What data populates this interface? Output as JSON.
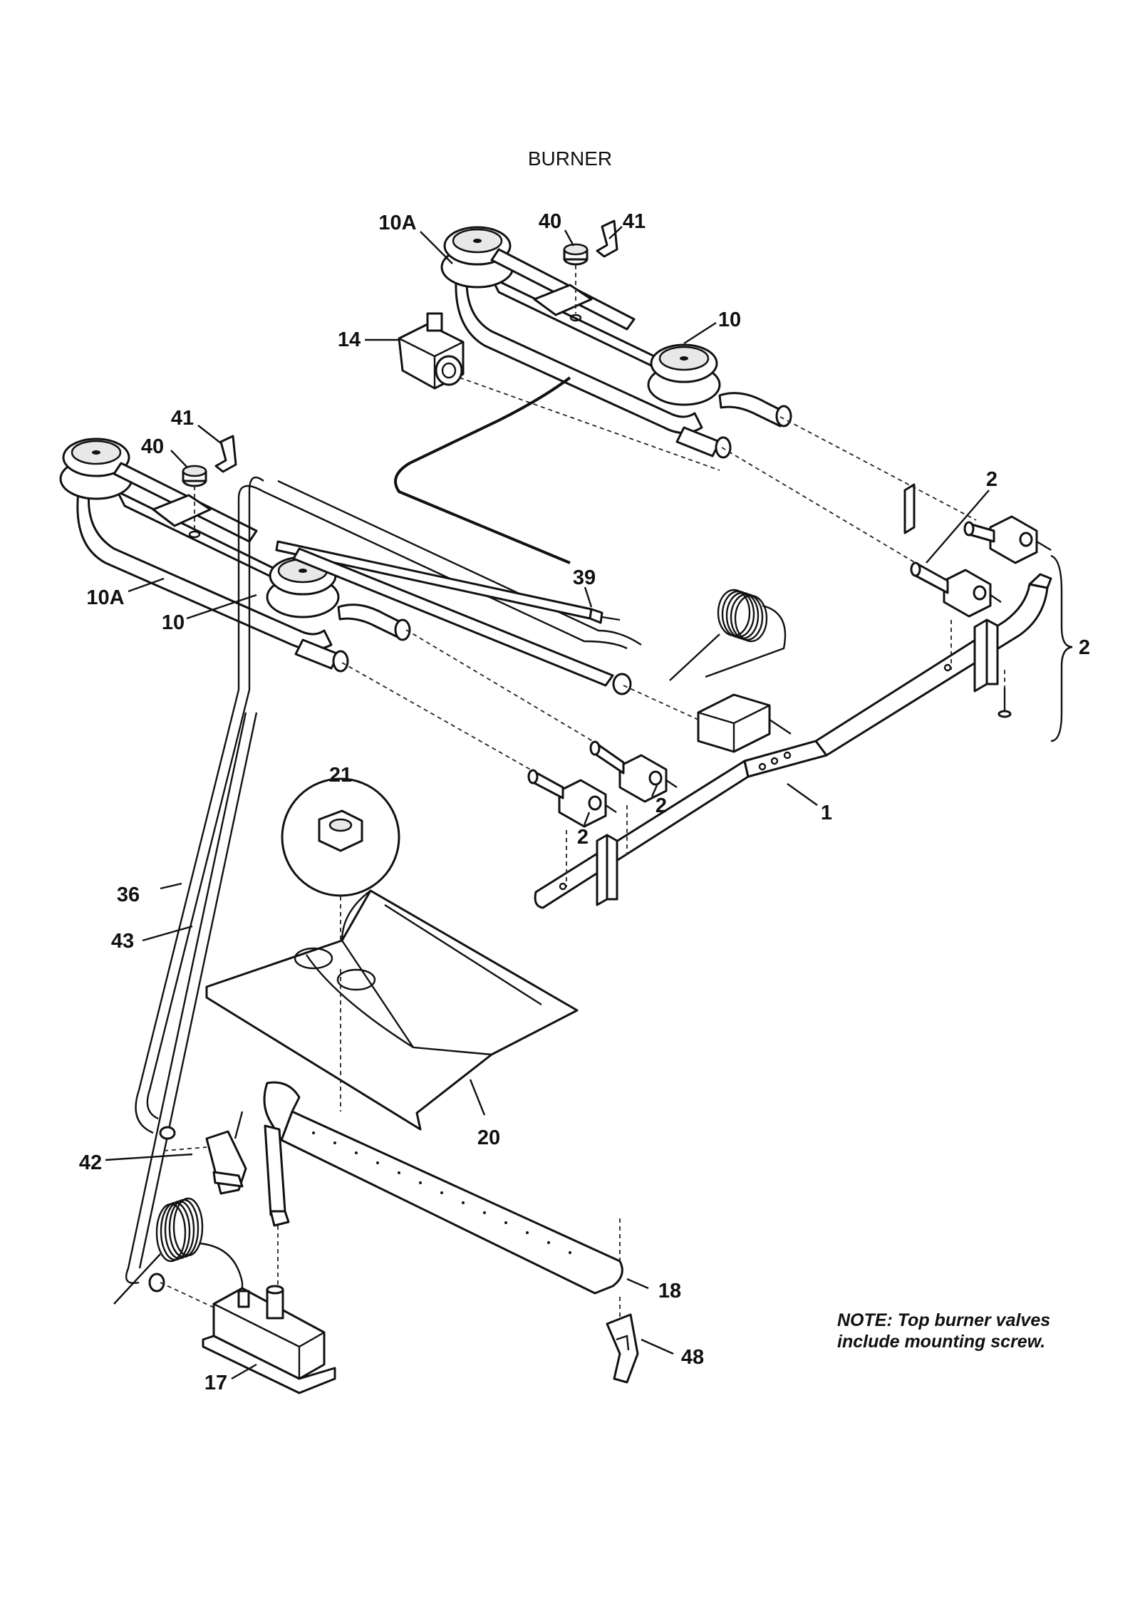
{
  "diagram": {
    "title": "BURNER",
    "note": {
      "line1": "NOTE: Top burner valves",
      "line2": "include mounting screw."
    },
    "callouts": [
      {
        "key": "c10a_top",
        "text": "10A"
      },
      {
        "key": "c40_top",
        "text": "40"
      },
      {
        "key": "c41_top",
        "text": "41"
      },
      {
        "key": "c10_top",
        "text": "10"
      },
      {
        "key": "c14",
        "text": "14"
      },
      {
        "key": "c41_left",
        "text": "41"
      },
      {
        "key": "c40_left",
        "text": "40"
      },
      {
        "key": "c2_right_top",
        "text": "2"
      },
      {
        "key": "c39",
        "text": "39"
      },
      {
        "key": "c10a_left",
        "text": "10A"
      },
      {
        "key": "c10_left",
        "text": "10"
      },
      {
        "key": "c2_bracket",
        "text": "2"
      },
      {
        "key": "c21",
        "text": "21"
      },
      {
        "key": "c1",
        "text": "1"
      },
      {
        "key": "c2_mid_a",
        "text": "2"
      },
      {
        "key": "c2_mid_b",
        "text": "2"
      },
      {
        "key": "c36",
        "text": "36"
      },
      {
        "key": "c43",
        "text": "43"
      },
      {
        "key": "c20",
        "text": "20"
      },
      {
        "key": "c42",
        "text": "42"
      },
      {
        "key": "c18",
        "text": "18"
      },
      {
        "key": "c48",
        "text": "48"
      },
      {
        "key": "c17",
        "text": "17"
      }
    ]
  }
}
